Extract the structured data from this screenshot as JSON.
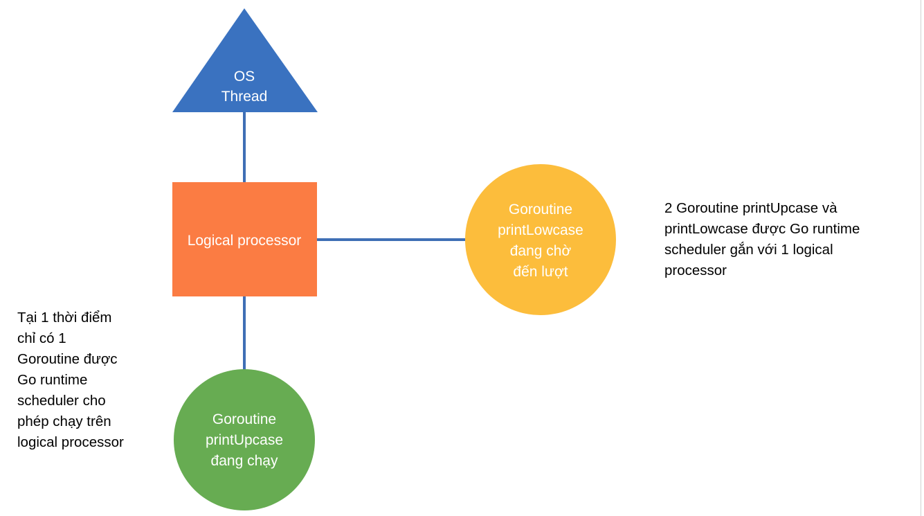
{
  "colors": {
    "connector": "#3f6fb5",
    "os_thread": "#3a72c0",
    "logical_processor": "#fb7c43",
    "goroutine_waiting": "#fcbd3c",
    "goroutine_running": "#67ac52",
    "shape_text": "#ffffff",
    "note_text": "#000000"
  },
  "diagram": {
    "os_thread": {
      "lines": [
        "OS",
        "Thread"
      ]
    },
    "logical_processor": {
      "label": "Logical processor"
    },
    "goroutine_waiting": {
      "lines": [
        "Goroutine",
        "printLowcase",
        "đang chờ",
        "đến lượt"
      ]
    },
    "goroutine_running": {
      "lines": [
        "Goroutine",
        "printUpcase",
        "đang chạy"
      ]
    }
  },
  "notes": {
    "right": {
      "lines": [
        "2 Goroutine printUpcase và",
        "printLowcase được Go runtime",
        "scheduler gắn với 1 logical",
        "processor"
      ]
    },
    "left": {
      "lines": [
        "Tại 1 thời điểm",
        "chỉ có 1",
        "Goroutine được",
        "Go runtime",
        "scheduler cho",
        "phép chạy trên",
        "logical processor"
      ]
    }
  }
}
